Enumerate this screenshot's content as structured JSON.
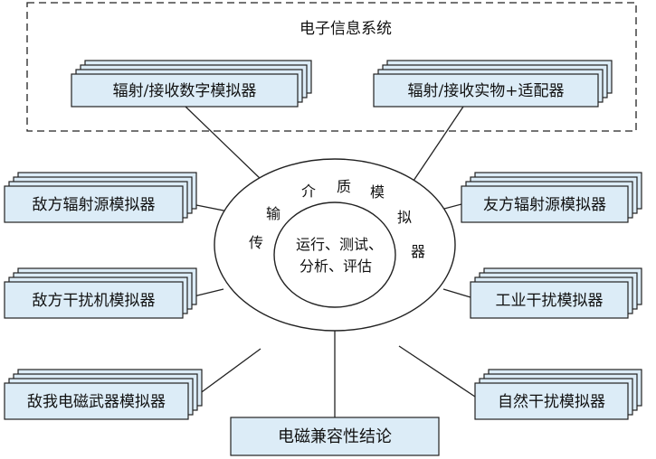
{
  "colors": {
    "box_fill": "#dcecf7",
    "stroke": "#222222",
    "text": "#111111",
    "background": "#ffffff"
  },
  "diagram": {
    "group_title": "电子信息系统",
    "inner_circle_text": [
      "运行、测试、",
      "分析、评估"
    ],
    "ring_text": [
      "传",
      "输",
      "介",
      "质",
      "模",
      "拟",
      "器"
    ],
    "modules": {
      "digital_sim": "辐射/接收数字模拟器",
      "physical_sim": "辐射/接收实物+适配器",
      "enemy_radiation": "敌方辐射源模拟器",
      "friendly_radiation": "友方辐射源模拟器",
      "enemy_jammer": "敌方干扰机模拟器",
      "industrial_interference": "工业干扰模拟器",
      "em_weapon": "敌我电磁武器模拟器",
      "natural_interference": "自然干扰模拟器",
      "conclusion": "电磁兼容性结论"
    }
  }
}
